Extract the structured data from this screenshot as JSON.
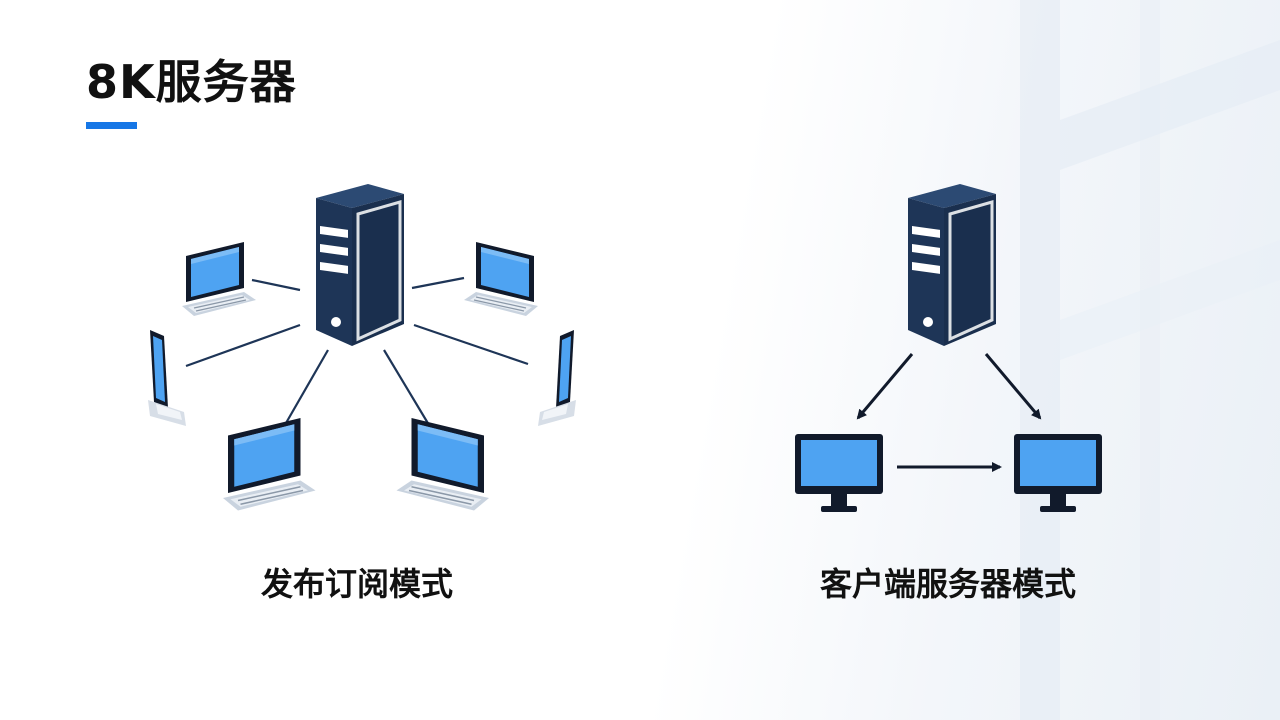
{
  "title": "8K服务器",
  "diagrams": [
    {
      "caption": "发布订阅模式"
    },
    {
      "caption": "客户端服务器模式"
    }
  ],
  "colors": {
    "accent": "#1677e6",
    "server": "#1e3557",
    "screen": "#4ea3f2",
    "dark": "#111a2b"
  },
  "icons": [
    "server-icon",
    "laptop-icon",
    "monitor-icon",
    "arrow-icon"
  ]
}
